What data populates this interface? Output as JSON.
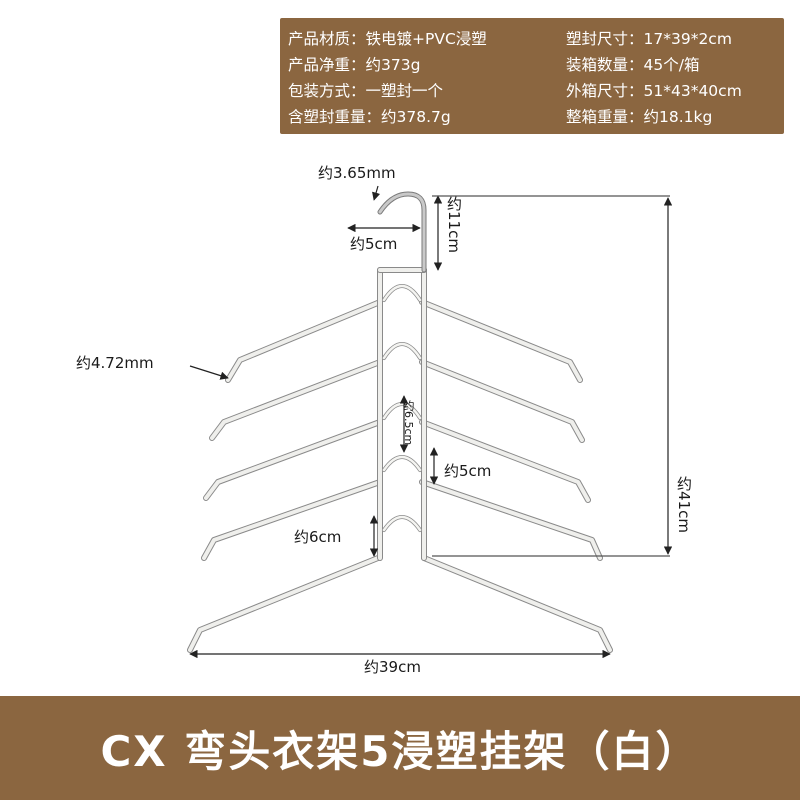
{
  "specs": {
    "left": [
      "产品材质：铁电镀+PVC浸塑",
      "产品净重：约373g",
      "包装方式：一塑封一个",
      "含塑封重量：约378.7g"
    ],
    "right": [
      "塑封尺寸：17*39*2cm",
      "装箱数量：45个/箱",
      "外箱尺寸：51*43*40cm",
      "整箱重量：约18.1kg"
    ]
  },
  "dimensions": {
    "hook_wire": "约3.65mm",
    "hook_width": "约5cm",
    "hook_height": "约11cm",
    "arm_wire": "约4.72mm",
    "loop_gap": "约6.5cm",
    "loop_width": "约5cm",
    "arm_spacing": "约6cm",
    "total_height": "约41cm",
    "total_width": "约39cm"
  },
  "title": "CX 弯头衣架5浸塑挂架（白）",
  "colors": {
    "brown": "#8b6640",
    "wire": "#e8e8e4",
    "wire_edge": "#8a8a8a",
    "hook_metal": "#b8b8b8"
  }
}
